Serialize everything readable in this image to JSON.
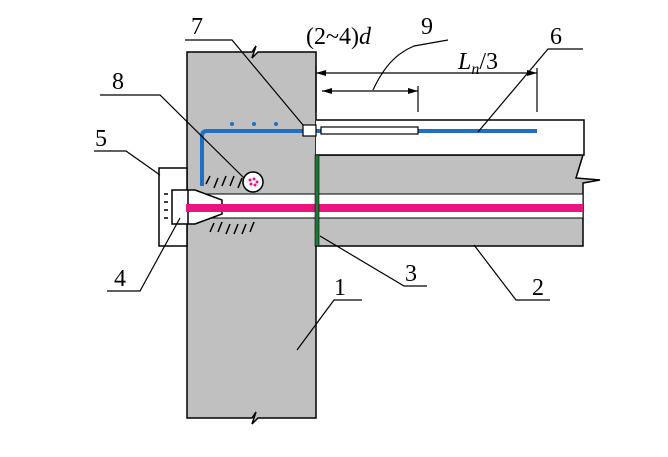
{
  "callouts": {
    "c1": "1",
    "c2": "2",
    "c3": "3",
    "c4": "4",
    "c5": "5",
    "c6": "6",
    "c7": "7",
    "c8": "8",
    "c9": "9"
  },
  "dims": {
    "gap_open": "(2~4)",
    "gap_var": "d",
    "span_var": "L",
    "span_sub": "n",
    "span_div": "/3"
  },
  "colors": {
    "concrete": "#c0c0c0",
    "tendon": "#e8157f",
    "rebar": "#1f6fc4",
    "pad": "#1d7a3a",
    "outline": "#000000"
  }
}
